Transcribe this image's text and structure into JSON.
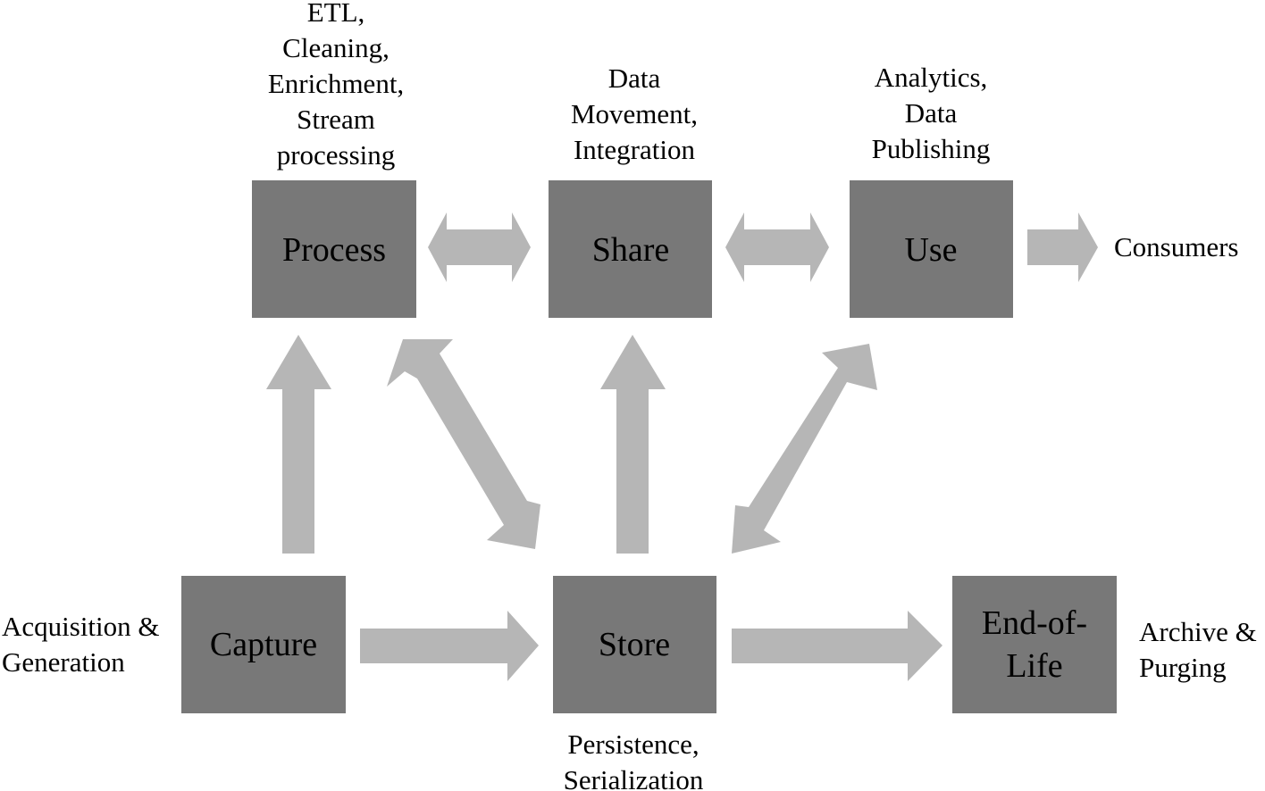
{
  "colors": {
    "box_fill": "#787878",
    "arrow_fill": "#b6b6b6",
    "text": "#000000",
    "background": "#ffffff"
  },
  "nodes": {
    "process": {
      "label": [
        "Process"
      ]
    },
    "share": {
      "label": [
        "Share"
      ]
    },
    "use": {
      "label": [
        "Use"
      ]
    },
    "capture": {
      "label": [
        "Capture"
      ]
    },
    "store": {
      "label": [
        "Store"
      ]
    },
    "end_of_life": {
      "label": [
        "End-of-",
        "Life"
      ]
    }
  },
  "captions": {
    "process": [
      "ETL,",
      "Cleaning,",
      "Enrichment,",
      "Stream",
      "processing"
    ],
    "share": [
      "Data",
      "Movement,",
      "Integration"
    ],
    "use": [
      "Analytics,",
      "Data",
      "Publishing"
    ],
    "consumers": [
      "Consumers"
    ],
    "capture": [
      "Acquisition &",
      "Generation"
    ],
    "store": [
      "Persistence,",
      "Serialization"
    ],
    "end_of_life": [
      "Archive &",
      "Purging"
    ]
  },
  "edges": [
    {
      "from": "process",
      "to": "share",
      "direction": "both"
    },
    {
      "from": "share",
      "to": "use",
      "direction": "both"
    },
    {
      "from": "use",
      "to": "consumers",
      "direction": "forward"
    },
    {
      "from": "capture",
      "to": "process",
      "direction": "forward"
    },
    {
      "from": "process",
      "to": "store",
      "direction": "both"
    },
    {
      "from": "store",
      "to": "share",
      "direction": "forward"
    },
    {
      "from": "store",
      "to": "use",
      "direction": "both"
    },
    {
      "from": "capture",
      "to": "store",
      "direction": "forward"
    },
    {
      "from": "store",
      "to": "end_of_life",
      "direction": "forward"
    }
  ]
}
